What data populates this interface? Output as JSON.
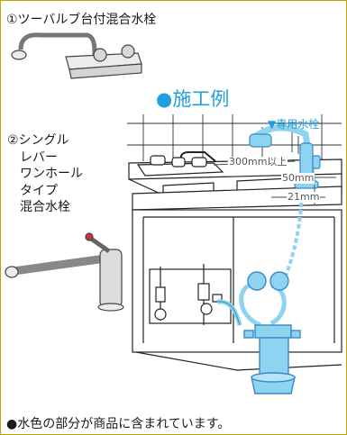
{
  "heading1": "①ツーバルブ台付混合水栓",
  "heading2_lines": [
    "②シングル",
    "　レバー",
    "　ワンホール",
    "　タイプ",
    "　混合水栓"
  ],
  "section_title": "●施工例",
  "faucet_label": "▼専用水栓",
  "dimensions": {
    "d300": "300mm以上",
    "d50": "50mm",
    "d21": "21mm"
  },
  "footnote": "●水色の部分が商品に含まれています。",
  "colors": {
    "accent": "#1f9ee0",
    "product": "#8ed3f0",
    "border": "#c8a400"
  }
}
